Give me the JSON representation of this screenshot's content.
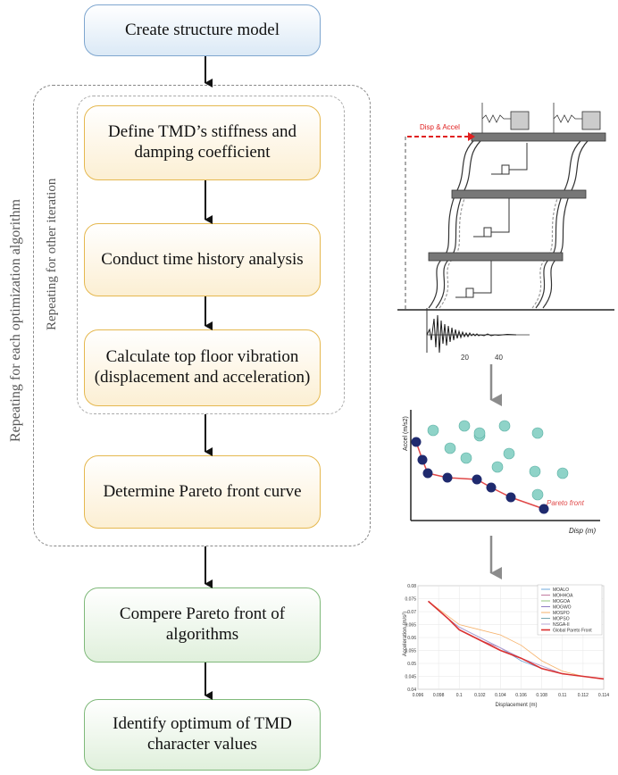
{
  "flow": {
    "create_model": "Create structure model",
    "define_tmd": "Define TMD’s stiffness and damping coefficient",
    "time_history": "Conduct time history analysis",
    "calculate_vibration": "Calculate top floor vibration (displacement and acceleration)",
    "pareto": "Determine Pareto front curve",
    "compare": "Compere Pareto front of algorithms",
    "identify": "Identify optimum of TMD character values"
  },
  "loops": {
    "outer_label": "Repeating for each optimization algorithm",
    "inner_label": "Repeating for other iteration"
  },
  "structure": {
    "disp_accel_label": "Disp & Accel",
    "accelerogram_ticks": [
      "20",
      "40"
    ]
  },
  "pareto_sketch": {
    "xlabel": "Disp (m)",
    "ylabel": "Accel (m/s2)",
    "front_label": "Pareto front"
  },
  "chart_data": {
    "type": "line",
    "xlabel": "Displacement (m)",
    "ylabel": "Acceleration (m/s²)",
    "xlim": [
      0.096,
      0.114
    ],
    "ylim": [
      0.04,
      0.08
    ],
    "xticks": [
      "0.096",
      "0.098",
      "0.1",
      "0.102",
      "0.104",
      "0.106",
      "0.108",
      "0.11",
      "0.112",
      "0.114"
    ],
    "yticks": [
      "0.04",
      "0.045",
      "0.05",
      "0.055",
      "0.06",
      "0.065",
      "0.07",
      "0.075",
      "0.08"
    ],
    "legend_position": "top-right",
    "series": [
      {
        "name": "MOALO",
        "color": "#6fa8dc",
        "x": [
          0.097,
          0.099,
          0.1,
          0.102,
          0.104,
          0.106,
          0.108,
          0.11,
          0.112,
          0.114
        ],
        "y": [
          0.074,
          0.067,
          0.064,
          0.06,
          0.056,
          0.051,
          0.048,
          0.046,
          0.045,
          0.044
        ]
      },
      {
        "name": "MOHHOA",
        "color": "#c27ba0",
        "x": [
          0.097,
          0.099,
          0.1,
          0.102,
          0.104,
          0.106,
          0.108,
          0.11,
          0.112,
          0.114
        ],
        "y": [
          0.074,
          0.067,
          0.063,
          0.059,
          0.056,
          0.052,
          0.049,
          0.046,
          0.045,
          0.044
        ]
      },
      {
        "name": "MOGOA",
        "color": "#93c47d",
        "x": [
          0.097,
          0.099,
          0.1,
          0.102,
          0.104,
          0.106,
          0.108,
          0.11,
          0.112,
          0.114
        ],
        "y": [
          0.074,
          0.067,
          0.063,
          0.059,
          0.055,
          0.052,
          0.048,
          0.046,
          0.045,
          0.044
        ]
      },
      {
        "name": "MOGWO",
        "color": "#8e7cc3",
        "x": [
          0.097,
          0.099,
          0.1,
          0.102,
          0.104,
          0.106,
          0.108,
          0.11,
          0.112,
          0.114
        ],
        "y": [
          0.074,
          0.067,
          0.064,
          0.06,
          0.056,
          0.052,
          0.048,
          0.046,
          0.045,
          0.044
        ]
      },
      {
        "name": "MOSPO",
        "color": "#f6b26b",
        "x": [
          0.097,
          0.099,
          0.1,
          0.102,
          0.104,
          0.106,
          0.108,
          0.11,
          0.112,
          0.114
        ],
        "y": [
          0.074,
          0.068,
          0.065,
          0.063,
          0.061,
          0.057,
          0.051,
          0.047,
          0.045,
          0.044
        ]
      },
      {
        "name": "MOPSO",
        "color": "#76a5af",
        "x": [
          0.097,
          0.099,
          0.1,
          0.102,
          0.104,
          0.106,
          0.108,
          0.11,
          0.112,
          0.114
        ],
        "y": [
          0.074,
          0.067,
          0.063,
          0.059,
          0.055,
          0.052,
          0.048,
          0.046,
          0.045,
          0.044
        ]
      },
      {
        "name": "NSGA-II",
        "color": "#b4a7d6",
        "x": [
          0.097,
          0.099,
          0.1,
          0.102,
          0.104,
          0.106,
          0.108,
          0.11,
          0.112,
          0.114
        ],
        "y": [
          0.074,
          0.067,
          0.064,
          0.06,
          0.056,
          0.052,
          0.049,
          0.046,
          0.045,
          0.044
        ]
      },
      {
        "name": "Global Pareto Front",
        "color": "#d93030",
        "x": [
          0.097,
          0.099,
          0.1,
          0.102,
          0.104,
          0.106,
          0.108,
          0.11,
          0.112,
          0.114
        ],
        "y": [
          0.074,
          0.067,
          0.063,
          0.059,
          0.055,
          0.052,
          0.048,
          0.046,
          0.045,
          0.044
        ]
      }
    ]
  },
  "colors": {
    "flow_blue": "#7ea6cf",
    "flow_orange": "#e5b84f",
    "flow_green": "#7fb97a",
    "pareto_dot": "#1f2a6e",
    "cloud_dot": "#8fd3c8",
    "front_line": "#e04848",
    "disp_arrow": "#e02020"
  }
}
